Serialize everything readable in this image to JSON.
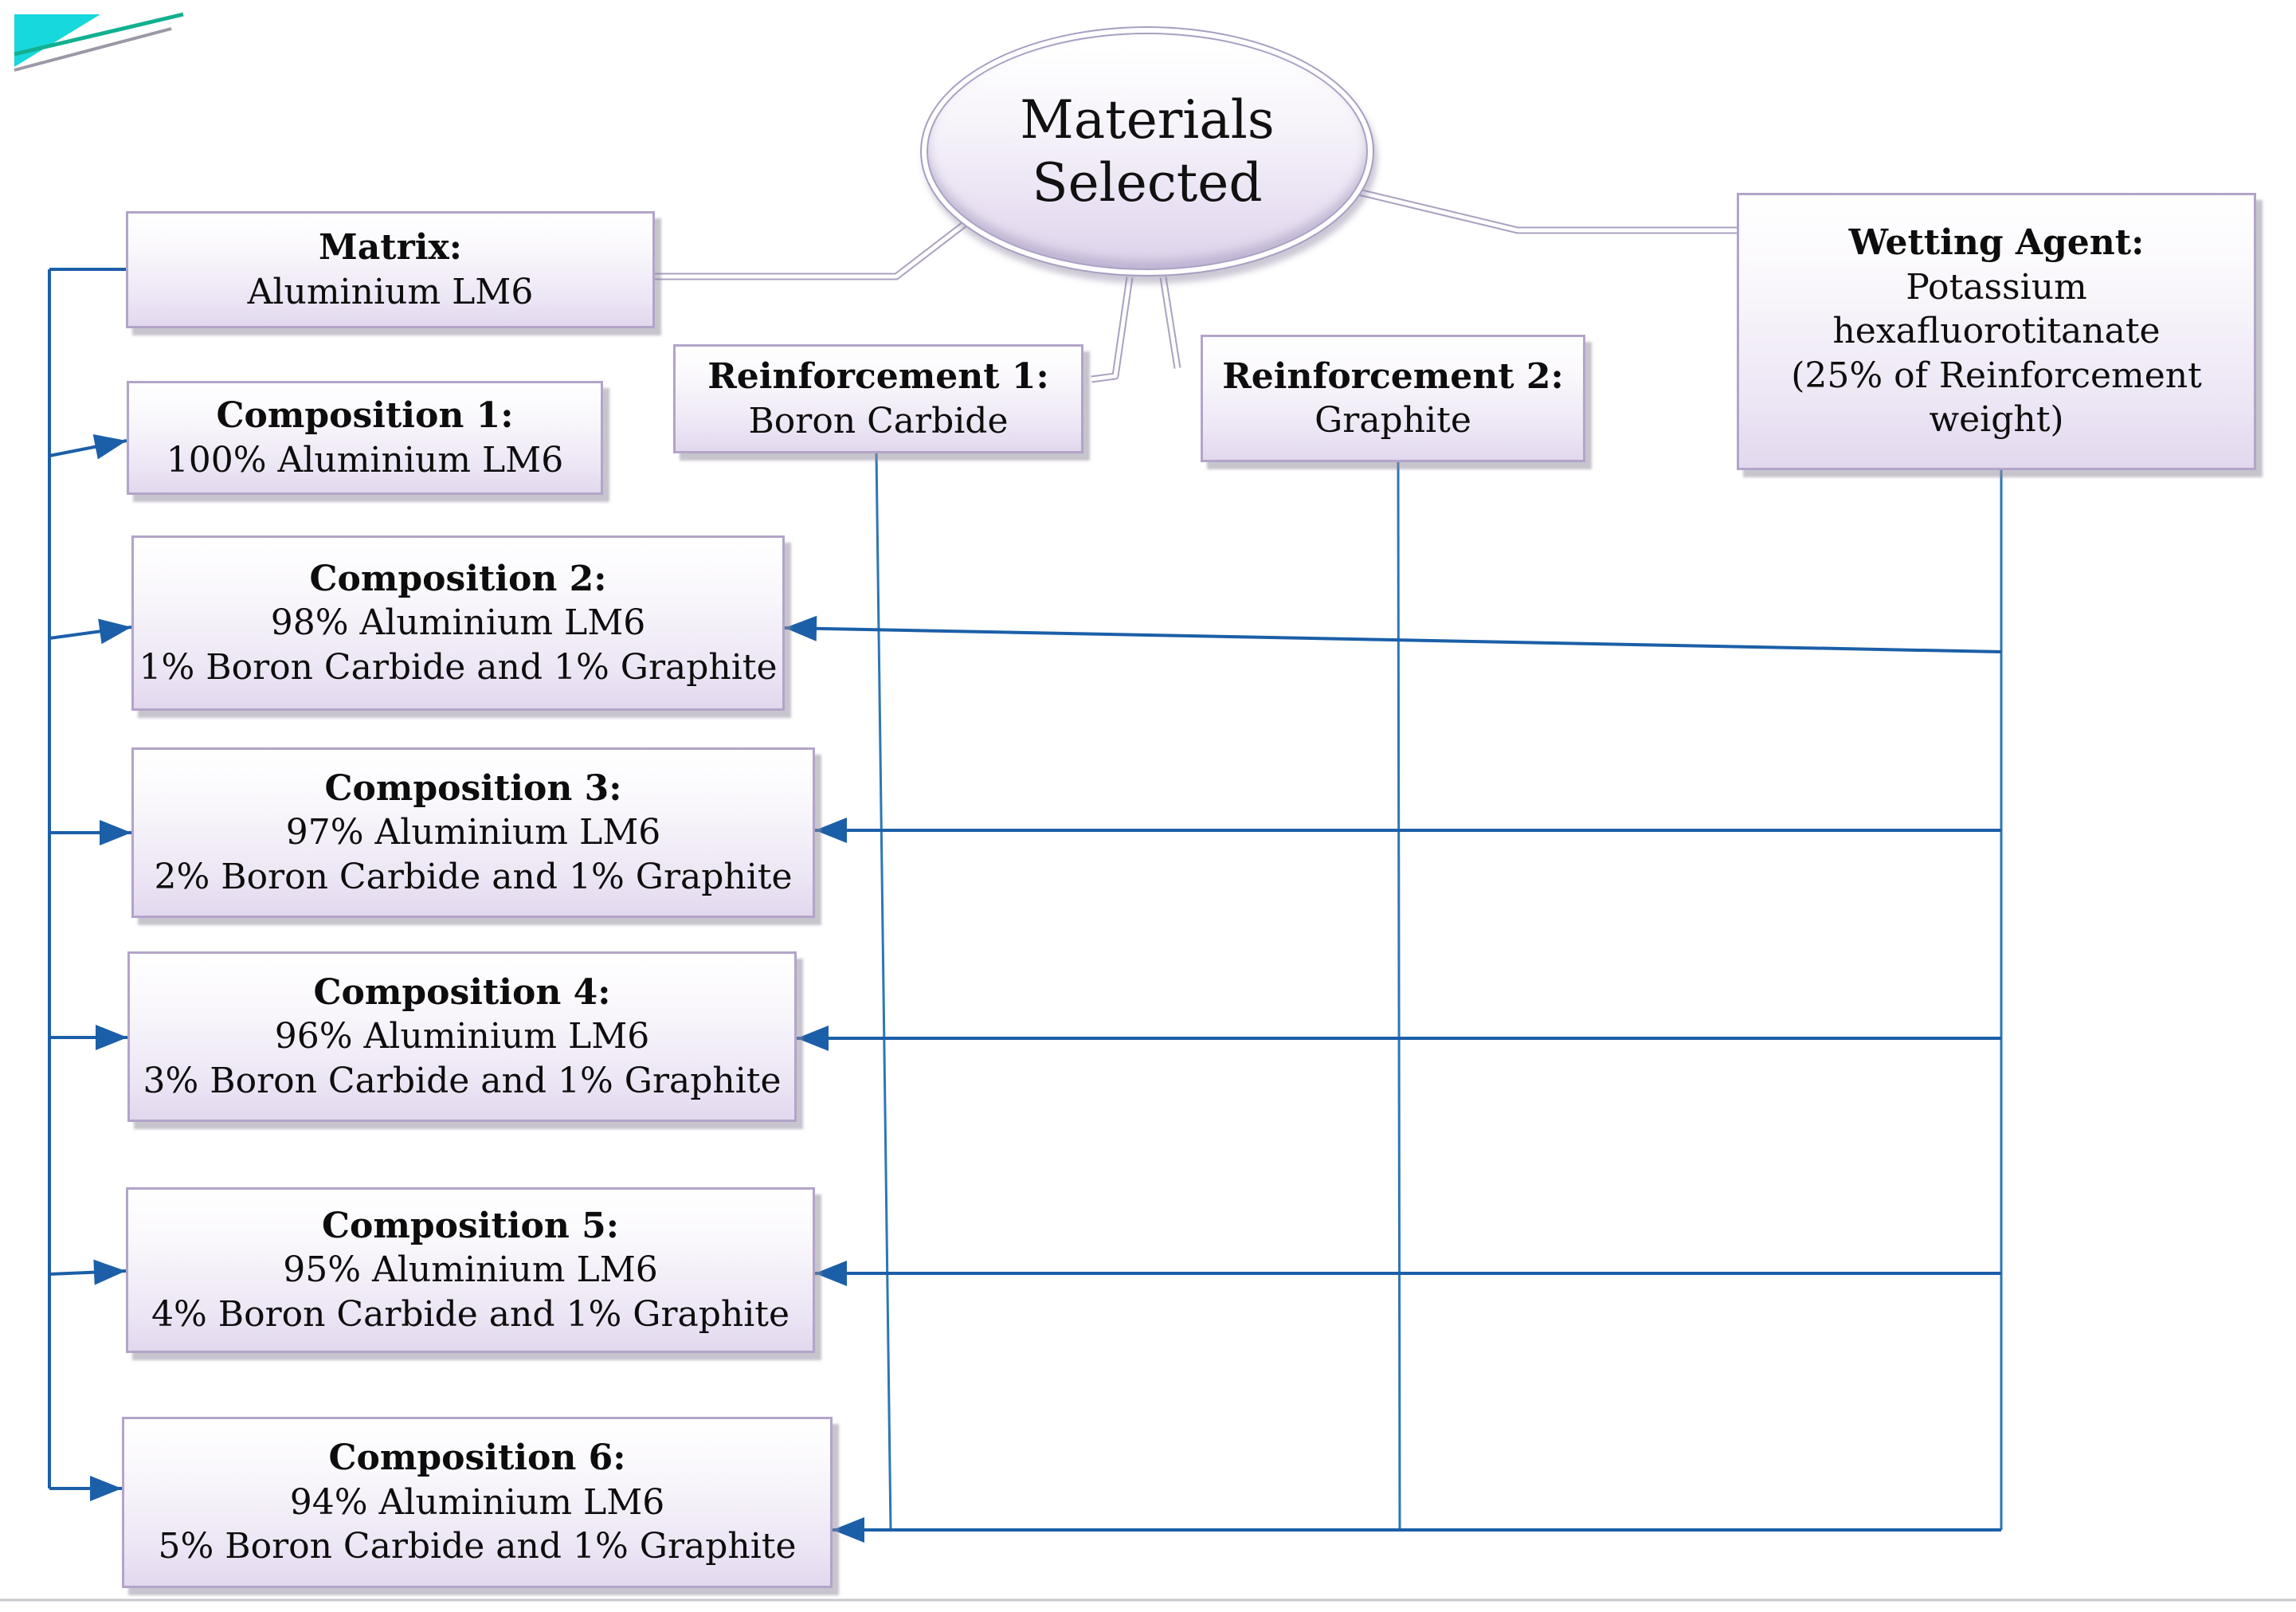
{
  "ellipse": {
    "line1": "Materials",
    "line2": "Selected"
  },
  "boxes": {
    "matrix": {
      "title": "Matrix:",
      "lines": [
        "Aluminium LM6"
      ]
    },
    "reinforcement1": {
      "title": "Reinforcement 1:",
      "lines": [
        "Boron Carbide"
      ]
    },
    "reinforcement2": {
      "title": "Reinforcement 2:",
      "lines": [
        "Graphite"
      ]
    },
    "wetting_agent": {
      "title": "Wetting Agent:",
      "lines": [
        "Potassium",
        "hexafluorotitanate",
        "(25% of Reinforcement",
        "weight)"
      ]
    },
    "compositions": [
      {
        "title": "Composition 1:",
        "lines": [
          "100% Aluminium LM6"
        ]
      },
      {
        "title": "Composition 2:",
        "lines": [
          "98% Aluminium LM6",
          "1% Boron Carbide and 1% Graphite"
        ]
      },
      {
        "title": "Composition 3:",
        "lines": [
          "97% Aluminium LM6",
          "2% Boron Carbide and 1% Graphite"
        ]
      },
      {
        "title": "Composition 4:",
        "lines": [
          "96% Aluminium LM6",
          "3% Boron Carbide and 1% Graphite"
        ]
      },
      {
        "title": "Composition 5:",
        "lines": [
          "95% Aluminium LM6",
          "4% Boron Carbide and 1% Graphite"
        ]
      },
      {
        "title": "Composition 6:",
        "lines": [
          "94% Aluminium LM6",
          "5% Boron Carbide and 1% Graphite"
        ]
      }
    ]
  },
  "colors": {
    "arrow_blue": "#1b5fa8",
    "thin_line_blue": "#2e76b6",
    "connector_lavender": "#aba1c0",
    "box_border_purple": "#b3a4c9",
    "box_fill_bottom": "#e2d8ee",
    "logo_teal": "#17d8dc",
    "logo_green": "#10b090",
    "logo_gray": "#9c98a6",
    "divider_gray": "#c8c7ce",
    "text_black": "#0d0d0d"
  }
}
